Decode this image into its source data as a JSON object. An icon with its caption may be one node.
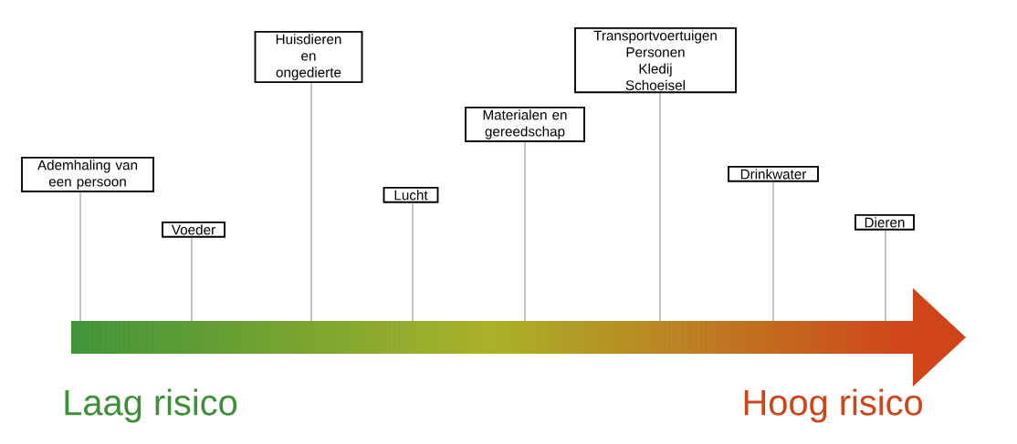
{
  "diagram": {
    "nodes": [
      {
        "text": [
          "Ademhaling van een persoon"
        ]
      },
      {
        "text": [
          "Voeder"
        ]
      },
      {
        "text": [
          "Huisdieren en ongedierte"
        ]
      },
      {
        "text": [
          "Lucht"
        ]
      },
      {
        "text": [
          "Materialen en gereedschap"
        ]
      },
      {
        "text": [
          "Transportvoertuigen",
          "Personen",
          "Kledij",
          "Schoeisel"
        ]
      },
      {
        "text": [
          "Drinkwater"
        ]
      },
      {
        "text": [
          "Dieren"
        ]
      }
    ],
    "edges": [
      {
        "from": 0,
        "to": null,
        "arrow": "none"
      },
      {
        "from": 1,
        "to": null,
        "arrow": "none"
      },
      {
        "from": 2,
        "to": null,
        "arrow": "none"
      },
      {
        "from": 3,
        "to": null,
        "arrow": "none"
      },
      {
        "from": 4,
        "to": null,
        "arrow": "none"
      },
      {
        "from": 5,
        "to": null,
        "arrow": "none"
      },
      {
        "from": 6,
        "to": null,
        "arrow": "none"
      },
      {
        "from": 7,
        "to": null,
        "arrow": "none"
      }
    ],
    "labels": [
      "Laag risico",
      "Hoog risico"
    ]
  }
}
